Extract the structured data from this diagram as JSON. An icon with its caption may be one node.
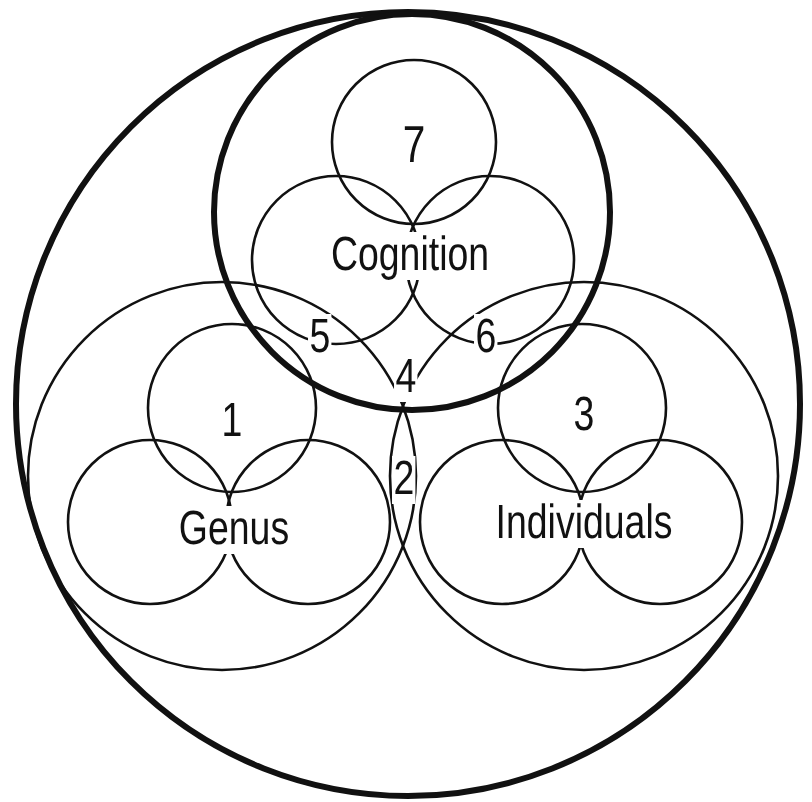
{
  "diagram": {
    "labels": [
      "7",
      "Cognition",
      "5",
      "6",
      "4",
      "1",
      "3",
      "2",
      "Genus",
      "Individuals"
    ]
  }
}
